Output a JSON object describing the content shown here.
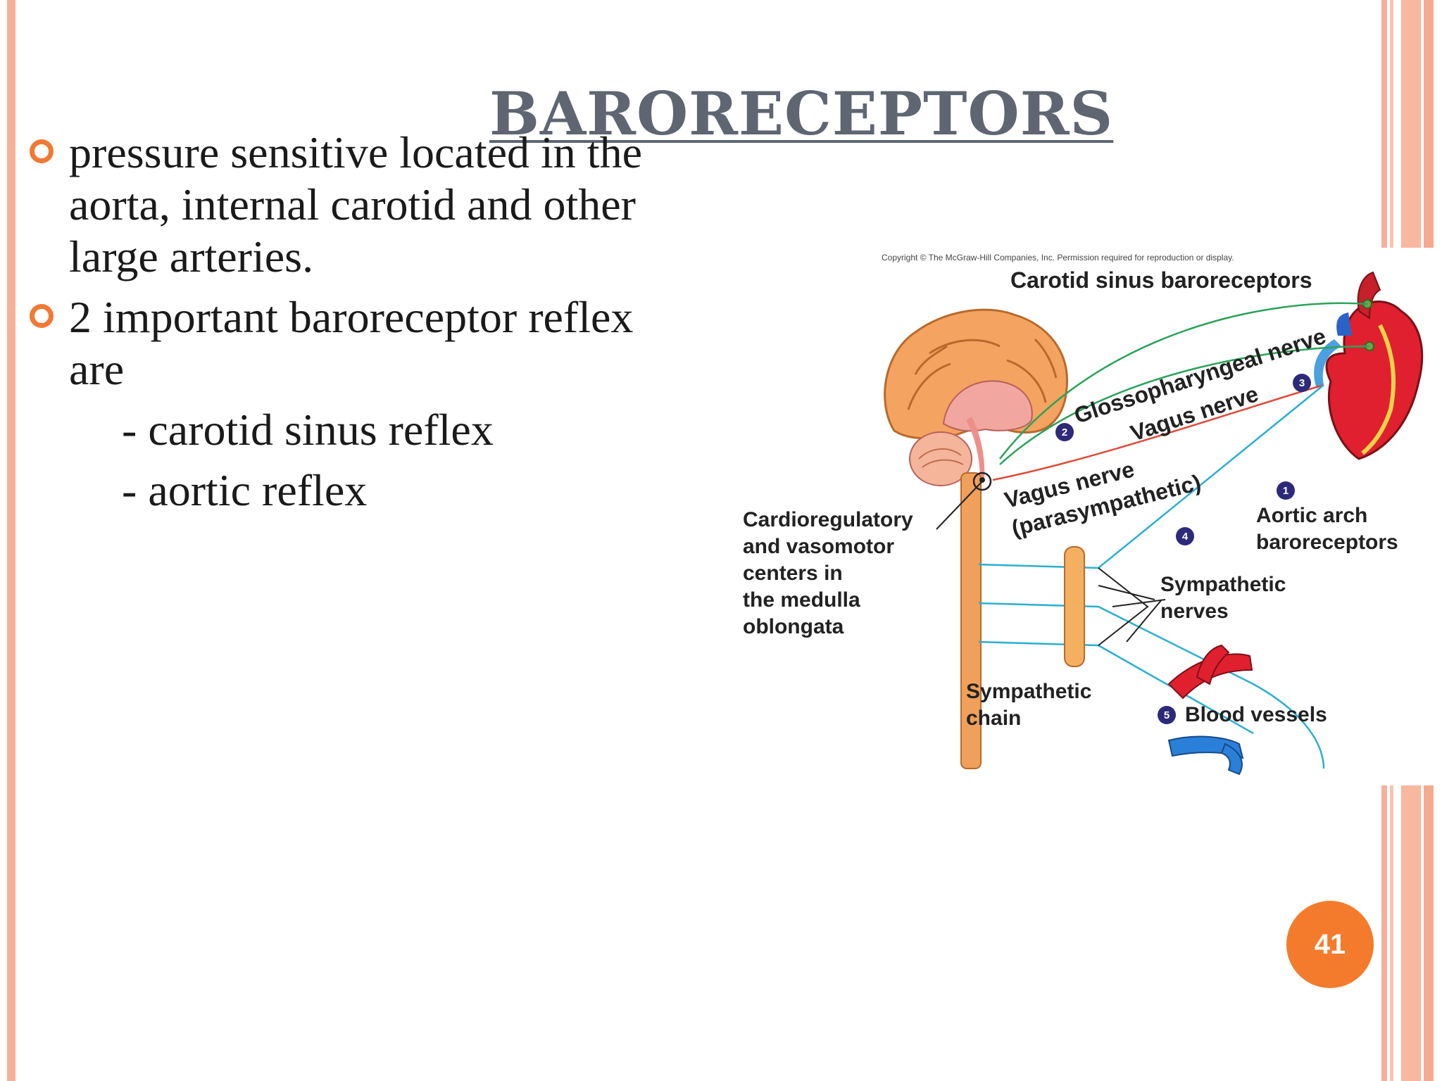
{
  "slide": {
    "title": "BARORECEPTORS",
    "page_number": "41",
    "accent_color": "#f07a34",
    "border_color": "#f6b09a"
  },
  "bullets": [
    {
      "text": "pressure sensitive located in the aorta, internal carotid and other large arteries."
    },
    {
      "text": "2 important baroreceptor reflex are",
      "subitems": [
        "- carotid sinus reflex",
        "- aortic reflex"
      ]
    }
  ],
  "diagram": {
    "copyright": "Copyright © The McGraw-Hill Companies, Inc. Permission required for reproduction or display.",
    "labels": {
      "carotid_sinus": "Carotid sinus baroreceptors",
      "glossopharyngeal": "Glossopharyngeal nerve",
      "vagus_upper": "Vagus nerve",
      "vagus_lower_1": "Vagus nerve",
      "vagus_lower_2": "(parasympathetic)",
      "cardio_1": "Cardioregulatory",
      "cardio_2": "and vasomotor",
      "cardio_3": "centers in",
      "cardio_4": "the medulla",
      "cardio_5": "oblongata",
      "aortic_1": "Aortic arch",
      "aortic_2": "baroreceptors",
      "sympathetic_nerves_1": "Sympathetic",
      "sympathetic_nerves_2": "nerves",
      "sympathetic_chain_1": "Sympathetic",
      "sympathetic_chain_2": "chain",
      "blood_vessels": "Blood vessels"
    },
    "step_numbers": [
      "1",
      "2",
      "3",
      "4",
      "5"
    ]
  }
}
